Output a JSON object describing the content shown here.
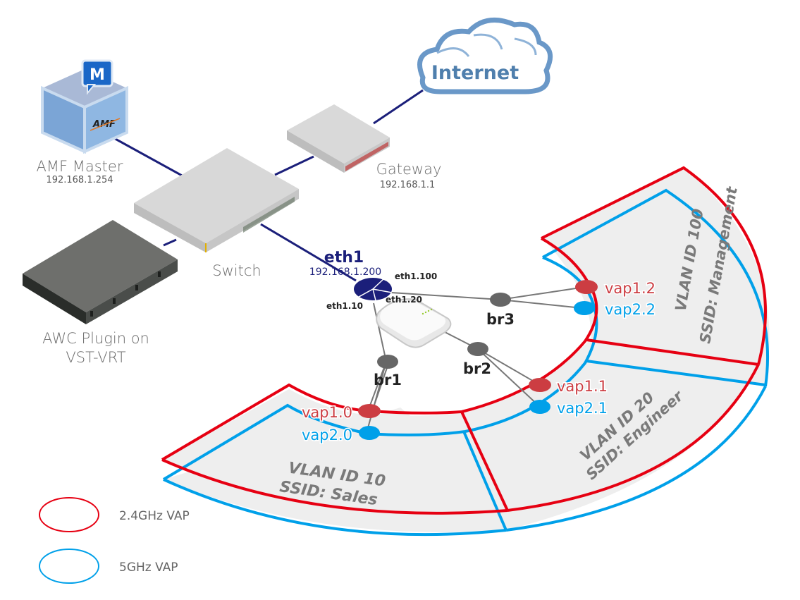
{
  "colors": {
    "band_24ghz": "#e60012",
    "band_5ghz": "#00a0e9",
    "vap_24ghz_node": "#cc3d42",
    "vap_5ghz_node": "#00a0e9",
    "uplink": "#1b1f7a",
    "bridge_node": "#666666",
    "sector_fill": "#eeeeee"
  },
  "devices": {
    "internet": {
      "label": "Internet"
    },
    "amf_master": {
      "label": "AMF Master",
      "ip": "192.168.1.254",
      "badge": "M",
      "logo": "AMF"
    },
    "gateway": {
      "label": "Gateway",
      "ip": "192.168.1.1"
    },
    "switch": {
      "label": "Switch"
    },
    "awc": {
      "label_line1": "AWC Plugin on",
      "label_line2": "VST-VRT"
    }
  },
  "access_point": {
    "interface": "eth1",
    "ip": "192.168.1.200",
    "subinterfaces": [
      "eth1.100",
      "eth1.20",
      "eth1.10"
    ]
  },
  "bridges": [
    "br1",
    "br2",
    "br3"
  ],
  "vaps": {
    "vap1_0": "vap1.0",
    "vap2_0": "vap2.0",
    "vap1_1": "vap1.1",
    "vap2_1": "vap2.1",
    "vap1_2": "vap1.2",
    "vap2_2": "vap2.2"
  },
  "vlans": [
    {
      "id_label": "VLAN ID 10",
      "ssid_label": "SSID: Sales"
    },
    {
      "id_label": "VLAN ID 20",
      "ssid_label": "SSID: Engineer"
    },
    {
      "id_label": "VLAN ID 100",
      "ssid_label": "SSID: Management"
    }
  ],
  "legend": [
    {
      "label": "2.4GHz VAP"
    },
    {
      "label": "5GHz VAP"
    }
  ]
}
